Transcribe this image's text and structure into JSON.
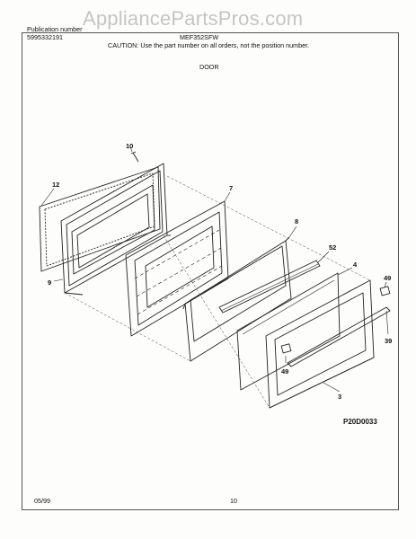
{
  "header": {
    "publication_label": "Publication number",
    "publication_number": "5995332191",
    "model": "MEF352SFW",
    "caution": "CAUTION:  Use the part number on all orders, not the position number.",
    "section_title": "DOOR"
  },
  "watermark": "AppliancePartsPros.com",
  "diagram": {
    "code": "P20D0033",
    "callouts": {
      "c10": "10",
      "c12": "12",
      "c9": "9",
      "c7": "7",
      "c8": "8",
      "c52": "52",
      "c4": "4",
      "c49a": "49",
      "c39": "39",
      "c49b": "49",
      "c3": "3"
    }
  },
  "footer": {
    "date": "05/99",
    "page": "10"
  }
}
